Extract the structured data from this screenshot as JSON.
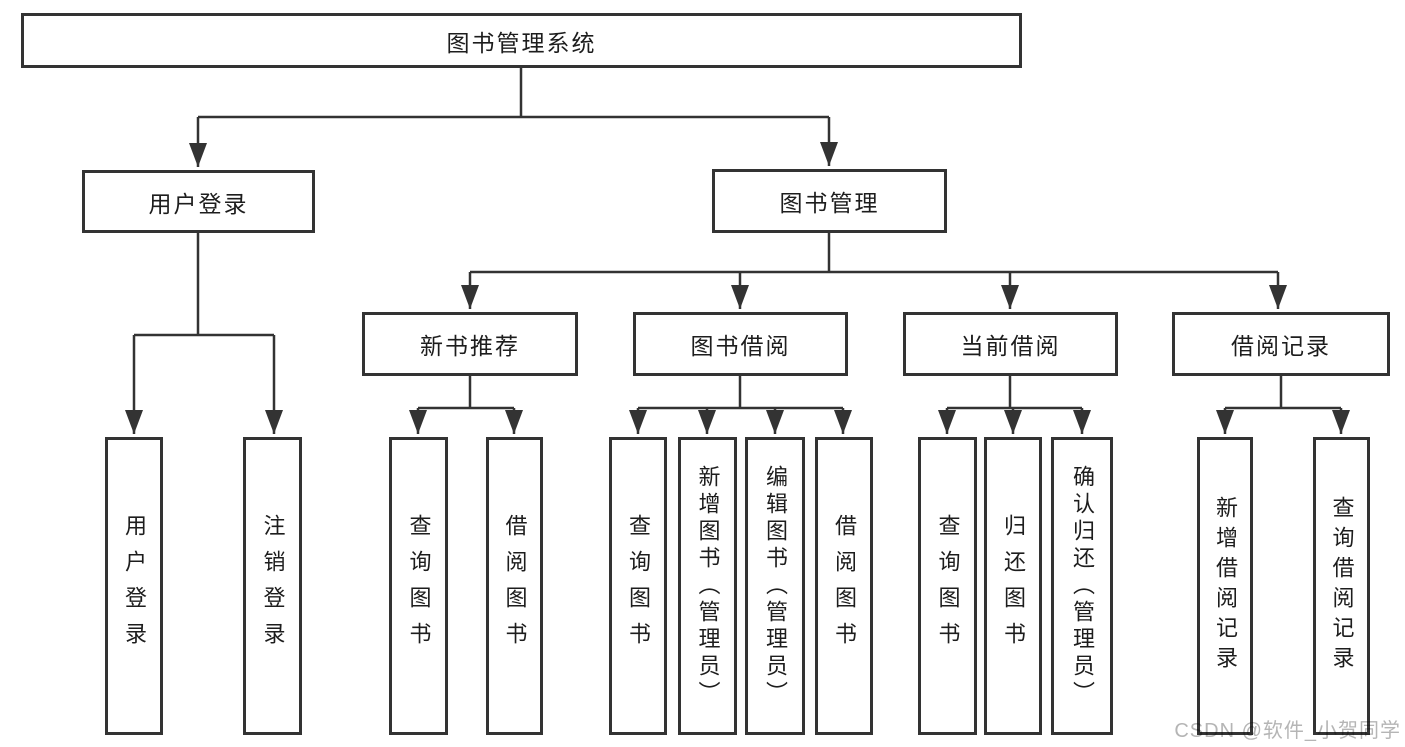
{
  "diagram_title": "图书管理系统",
  "tree": {
    "label": "图书管理系统",
    "children": [
      {
        "label": "用户登录",
        "children": [
          {
            "label": "用户登录"
          },
          {
            "label": "注销登录"
          }
        ]
      },
      {
        "label": "图书管理",
        "children": [
          {
            "label": "新书推荐",
            "children": [
              {
                "label": "查询图书"
              },
              {
                "label": "借阅图书"
              }
            ]
          },
          {
            "label": "图书借阅",
            "children": [
              {
                "label": "查询图书"
              },
              {
                "label": "新增图书（管理员）"
              },
              {
                "label": "编辑图书（管理员）"
              },
              {
                "label": "借阅图书"
              }
            ]
          },
          {
            "label": "当前借阅",
            "children": [
              {
                "label": "查询图书"
              },
              {
                "label": "归还图书"
              },
              {
                "label": "确认归还（管理员）"
              }
            ]
          },
          {
            "label": "借阅记录",
            "children": [
              {
                "label": "新增借阅记录"
              },
              {
                "label": "查询借阅记录"
              }
            ]
          }
        ]
      }
    ]
  },
  "watermark": "CSDN @软件_小贺同学",
  "colors": {
    "line": "#333333",
    "box_border": "#333333",
    "box_fill": "#ffffff",
    "text": "#1d1d1d",
    "watermark": "#b5b5b5",
    "background": "#ffffff"
  }
}
